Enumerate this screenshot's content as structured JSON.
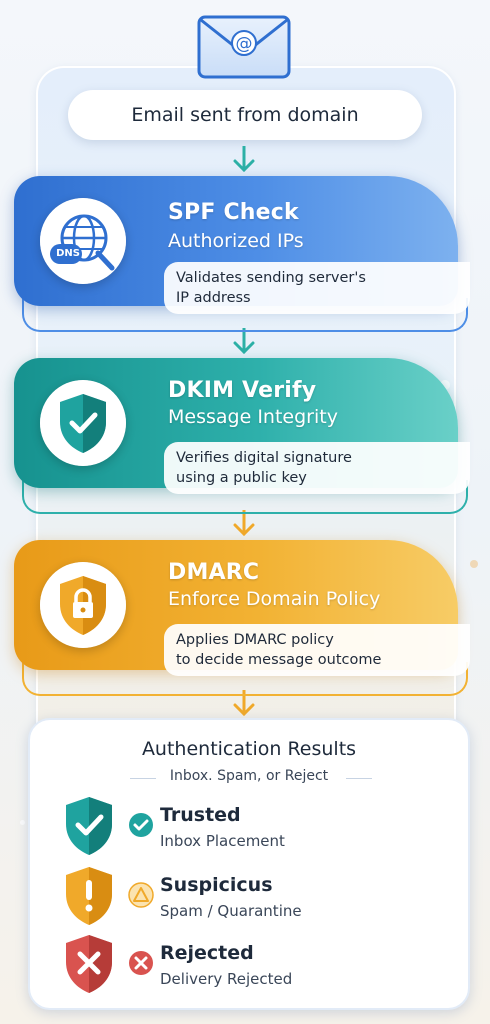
{
  "header": {
    "sent_label": "Email sent from domain"
  },
  "steps": [
    {
      "title": "SPF Check",
      "subtitle": "Authorized IPs",
      "note_line1": "Validates sending server's",
      "note_line2": "IP address",
      "icon": "globe-magnifier-icon",
      "badge_text": "DNS",
      "color": "#3b7fdc"
    },
    {
      "title": "DKIM Verify",
      "subtitle": "Message Integrity",
      "note_line1": "Verifies digital signature",
      "note_line2": "using a public key",
      "icon": "shield-check-icon",
      "color": "#1fa39f"
    },
    {
      "title": "DMARC",
      "subtitle": "Enforce Domain Policy",
      "note_line1": "Applies DMARC policy",
      "note_line2": "to decide message outcome",
      "icon": "shield-lock-icon",
      "color": "#f0a92a"
    }
  ],
  "results": {
    "title": "Authentication Results",
    "subtitle": "Inbox. Spam, or Reject",
    "items": [
      {
        "label": "Trusted",
        "desc": "Inbox Placement",
        "icon": "shield-check-icon",
        "color": "#1fa39f"
      },
      {
        "label": "Suspicicus",
        "desc": "Spam / Quarantine",
        "icon": "shield-exclamation-icon",
        "color": "#f0a92a"
      },
      {
        "label": "Rejected",
        "desc": "Delivery Rejected",
        "icon": "shield-x-icon",
        "color": "#d9534f"
      }
    ]
  }
}
